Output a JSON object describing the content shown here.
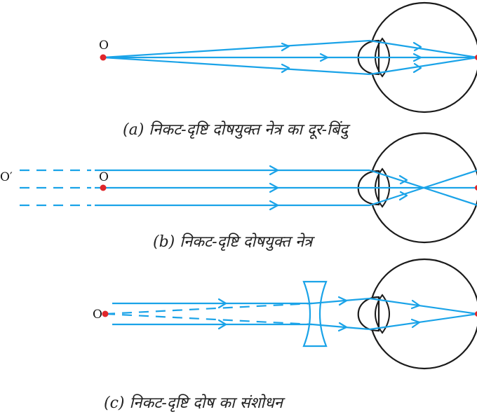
{
  "colors": {
    "ray": "#1aa3e8",
    "point": "#e0262a",
    "outline": "#1b1b1b"
  },
  "panels": [
    {
      "id": "a",
      "caption": "(a) निकट-दृष्टि दोषयुक्त नेत्र का दूर-बिंदु",
      "point_label": "O"
    },
    {
      "id": "b",
      "caption": "(b) निकट-दृष्टि दोषयुक्त नेत्र",
      "point_label": "O",
      "far_label": "O′"
    },
    {
      "id": "c",
      "caption": "(c) निकट-दृष्टि दोष का संशोधन",
      "point_label": "O"
    }
  ]
}
